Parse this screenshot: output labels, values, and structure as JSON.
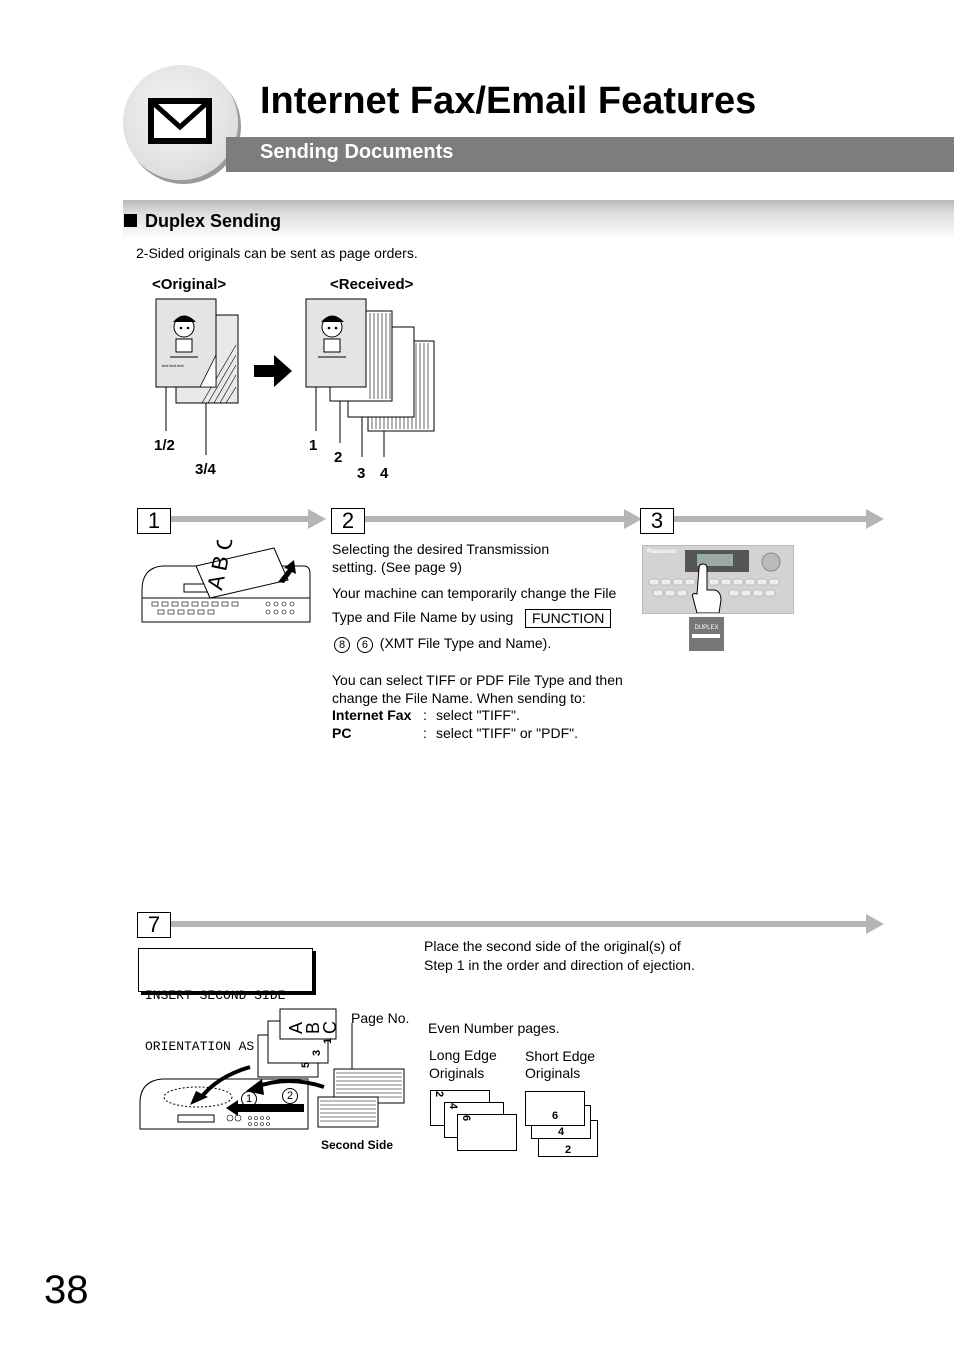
{
  "header": {
    "title": "Internet Fax/Email Features",
    "subtitle": "Sending Documents",
    "icon": "envelope-icon"
  },
  "section": {
    "title": "Duplex Sending",
    "intro": "2-Sided originals can be sent as page orders."
  },
  "figure": {
    "original_label": "<Original>",
    "received_label": "<Received>",
    "callouts": {
      "orig_front": "1/2",
      "orig_back": "3/4",
      "rec_1": "1",
      "rec_2": "2",
      "rec_3": "3",
      "rec_4": "4"
    }
  },
  "steps": {
    "s1": {
      "number": "1"
    },
    "s2": {
      "number": "2",
      "line1": "Selecting the desired Transmission",
      "line2": "setting. (See page 9)",
      "line3": "Your machine can temporarily change the File",
      "line4": "Type and File Name by using",
      "function_button": "FUNCTION",
      "key1": "8",
      "key2": "6",
      "key_note": "(XMT File Type and Name).",
      "para2_line1": "You can select TIFF or PDF File Type and then",
      "para2_line2": "change the File Name. When sending to:",
      "opt1_label": "Internet Fax",
      "opt1_sep": ":",
      "opt1_value": "select \"TIFF\".",
      "opt2_label": "PC",
      "opt2_sep": ":",
      "opt2_value": "select \"TIFF\" or \"PDF\"."
    },
    "s3": {
      "number": "3",
      "panel_key": "DUPLEX",
      "brand": "Panasonic"
    },
    "s7": {
      "number": "7",
      "lcd_line1": "INSERT SECOND SIDE",
      "lcd_line2": "ORIENTATION AS IS",
      "instr_line1": "Place the second side of the original(s) of",
      "instr_line2": "Step 1 in the order and direction of ejection.",
      "page_no": "Page No.",
      "even_pages": "Even Number pages.",
      "long_edge_1": "Long Edge",
      "long_edge_2": "Originals",
      "short_edge_1": "Short Edge",
      "short_edge_2": "Originals",
      "second_side": "Second Side",
      "long_pages": [
        "2",
        "4",
        "6"
      ],
      "short_pages": [
        "6",
        "4",
        "2"
      ],
      "doc_letters": [
        "A",
        "B",
        "C"
      ],
      "doc_side_nums": [
        "1",
        "3",
        "5"
      ],
      "circ1": "1",
      "circ2": "2"
    }
  },
  "page_number": "38"
}
